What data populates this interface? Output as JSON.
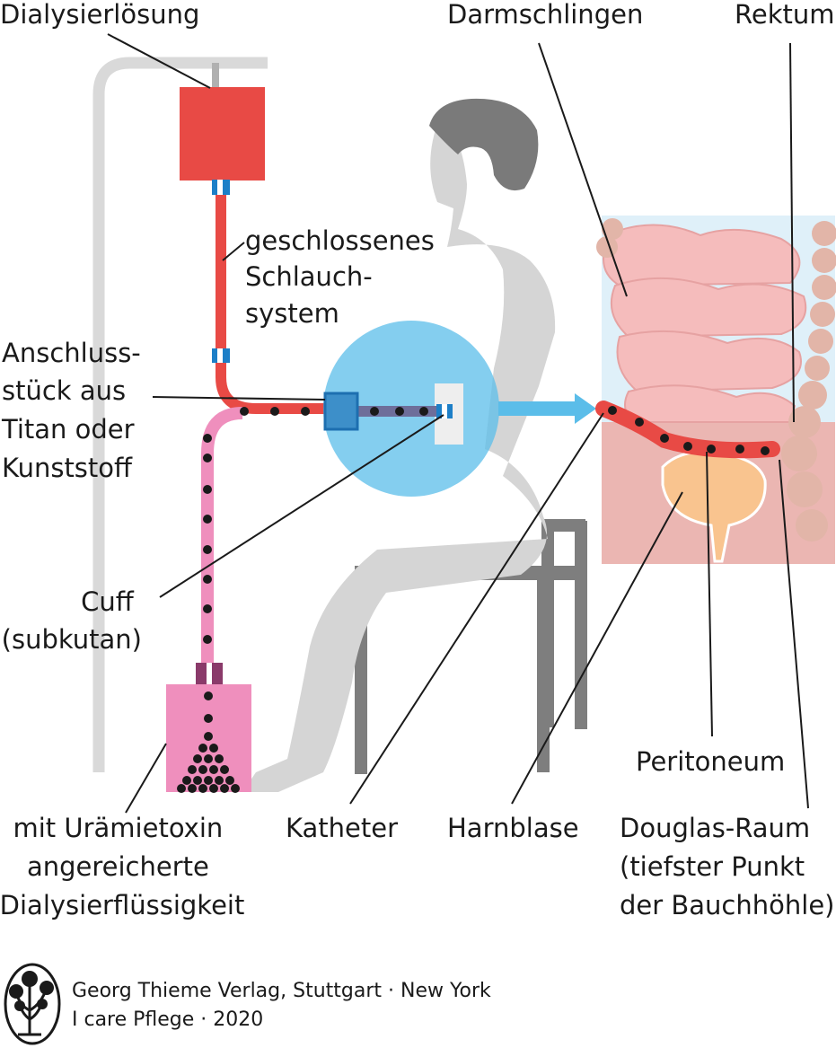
{
  "labels": {
    "dialysate": "Dialysierlösung",
    "tubing": [
      "geschlossenes",
      "Schlauch-",
      "system"
    ],
    "connector": [
      "Anschluss-",
      "stück aus",
      "Titan oder",
      "Kunststoff"
    ],
    "cuff": [
      "Cuff",
      "(subkutan)"
    ],
    "waste": [
      "mit Urämietoxin",
      "angereicherte",
      "Dialysierflüssigkeit"
    ],
    "catheter": "Katheter",
    "bladder": "Harnblase",
    "intestines": "Darmschlingen",
    "rectum": "Rektum",
    "peritoneum": "Peritoneum",
    "douglas": [
      "Douglas-Raum",
      "(tiefster Punkt",
      "der Bauchhöhle)"
    ]
  },
  "credit": {
    "line1": "Georg Thieme Verlag, Stuttgart · New York",
    "line2": "I care Pflege · 2020"
  },
  "colors": {
    "dialysate": "#e84a45",
    "waste": "#ef8fbd",
    "person": "#d5d5d5",
    "hair": "#7a7a7a",
    "magnifier": "#5bbde9",
    "connector": "#3d8fc9",
    "intestine": "#f5bcbc",
    "bladder": "#f9c48f",
    "rectum": "#e2b5a8"
  }
}
